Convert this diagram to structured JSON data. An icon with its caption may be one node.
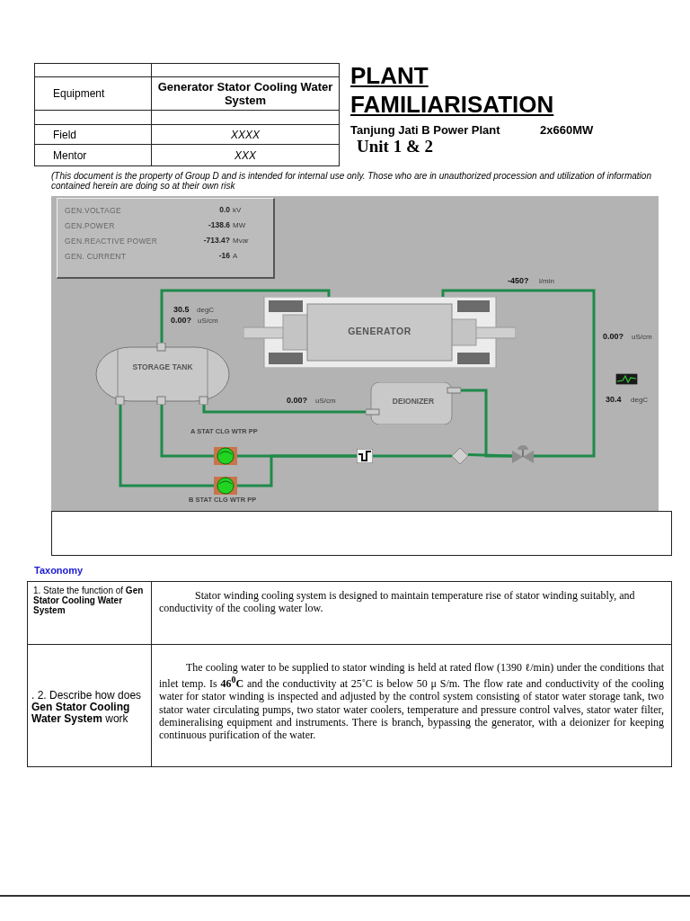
{
  "diagram": {
    "title": "PLANT FAMILIARISATION",
    "nodes": [
      {
        "text": [
          "STORAGE TANK"
        ]
      },
      {
        "text": [
          "GENERATOR"
        ]
      },
      {
        "text": [
          "DEIONIZER"
        ]
      },
      {
        "text": [],
        "shape": "pump",
        "beside": [
          "A STAT CLG WTR PP"
        ]
      },
      {
        "text": [],
        "shape": "pump",
        "beside": [
          "B STAT CLG WTR PP"
        ]
      },
      {
        "text": [],
        "shape": "box"
      },
      {
        "text": [],
        "shape": "diamond"
      },
      {
        "text": [],
        "shape": "valve"
      }
    ],
    "edges": [
      {
        "from": 0,
        "to": 1,
        "arrow": "none"
      },
      {
        "from": 1,
        "to": 7,
        "arrow": "none"
      },
      {
        "from": 7,
        "to": 6,
        "arrow": "none"
      },
      {
        "from": 6,
        "to": 5,
        "arrow": "none"
      },
      {
        "from": 5,
        "to": 3,
        "arrow": "none"
      },
      {
        "from": 3,
        "to": 0,
        "arrow": "none"
      },
      {
        "from": 4,
        "to": 0,
        "arrow": "none"
      },
      {
        "from": 4,
        "to": 5,
        "arrow": "none"
      },
      {
        "from": 7,
        "to": 2,
        "arrow": "none"
      },
      {
        "from": 2,
        "to": 0,
        "arrow": "none"
      }
    ],
    "labels": [
      "Equipment",
      "Generator Stator Cooling Water System",
      "Field",
      "XXXX",
      "Mentor",
      "XXX",
      "Tanjung Jati B Power Plant",
      "2x660MW",
      "Unit 1 & 2",
      "(This document is the property of Group D and is intended for internal use only. Those who are in unauthorized procession and utilization of information contained herein are doing so at their own risk",
      "GEN.VOLTAGE",
      "0.0",
      "kV",
      "GEN.POWER",
      "-138.6",
      "MW",
      "GEN.REACTIVE POWER",
      "-713.4?",
      "Mvar",
      "GEN. CURRENT",
      "-16",
      "A",
      "-450?",
      "l/min",
      "30.5",
      "degC",
      "0.00?",
      "uS/cm",
      "0.00?",
      "uS/cm",
      "0.00?",
      "uS/cm",
      "30.4",
      "degC",
      "Taxonomy",
      "1. State the function of **Gen Stator Cooling Water System**",
      "Stator winding cooling system is designed to maintain temperature rise of stator  winding suitably, and conductivity of  the cooling water low.",
      ". 2. Describe how does **Gen Stator Cooling Water System** work",
      "The cooling water to be  supplied to stator winding is held at rated flow (1390 ℓ/min) under the conditions that inlet temp. Is **46$^{0}$C**          and the conductivity at 25˚C is below 50 μ S/m. The flow rate and conductivity of the cooling water for stator winding is inspected and adjusted by the control system consisting of stator water storage tank, two stator water circulating pumps, two stator water coolers, temperature and pressure control valves, stator water filter, demineralising equipment and instruments. There is branch, bypassing the generator, with a deionizer for keeping continuous purification of the water."
    ]
  }
}
